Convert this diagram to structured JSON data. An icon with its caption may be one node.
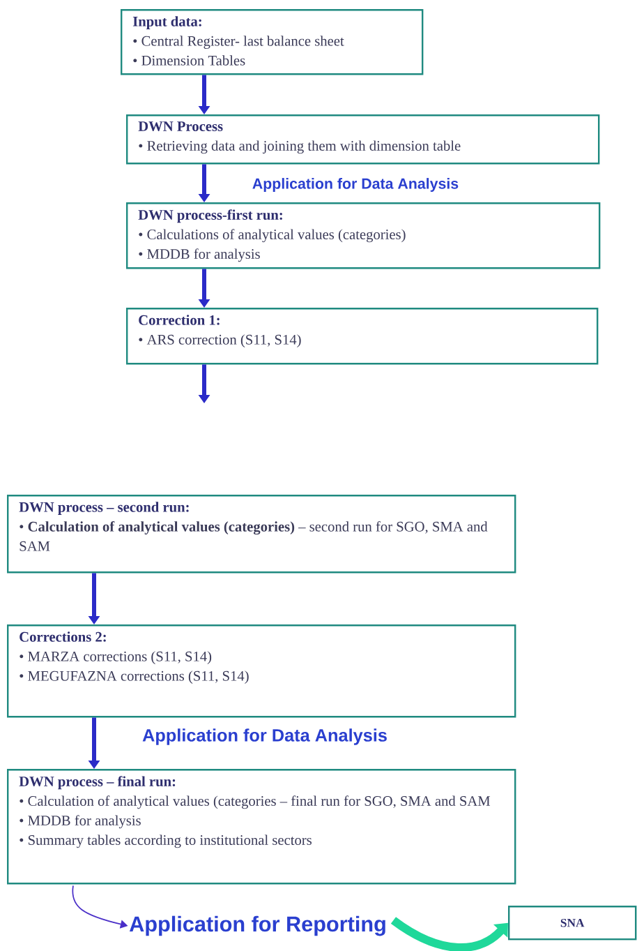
{
  "diagram": {
    "nodes": [
      {
        "text": [
          "Input data:",
          "• Central Register- last balance sheet",
          "• Dimension Tables"
        ]
      },
      {
        "text": [
          "DWN Process",
          "• Retrieving data and joining them with dimension table"
        ]
      },
      {
        "text": [
          "DWN process-first run:",
          "• Calculations of analytical values (categories)",
          "• MDDB for analysis"
        ]
      },
      {
        "text": [
          "Correction 1:",
          "• ARS correction (S11, S14)"
        ]
      },
      {
        "text": [
          "DWN process – second run:",
          "• **Calculation of analytical values (categories)** – second run for SGO, SMA and SAM"
        ]
      },
      {
        "text": [
          "Corrections 2:",
          "• MARZA corrections (S11, S14)",
          "• MEGUFAZNA corrections (S11, S14)"
        ]
      },
      {
        "text": [
          "DWN process – final run:",
          "• Calculation of analytical values (categories – final run for SGO, SMA and SAM",
          "• MDDB for analysis",
          "• Summary tables according to institutional sectors"
        ]
      },
      {
        "text": [
          "Application for Reporting"
        ]
      },
      {
        "text": [
          "SNA"
        ]
      }
    ],
    "edges": [
      {
        "from": 0,
        "to": 1,
        "arrow": "to"
      },
      {
        "from": 1,
        "to": 2,
        "arrow": "to",
        "label": "Application for Data Analysis"
      },
      {
        "from": 2,
        "to": 3,
        "arrow": "to"
      },
      {
        "from": 3,
        "to": null,
        "arrow": "to"
      },
      {
        "from": 4,
        "to": 5,
        "arrow": "to"
      },
      {
        "from": 5,
        "to": 6,
        "arrow": "to",
        "label": "Application for Data Analysis"
      },
      {
        "from": 6,
        "to": 7,
        "arrow": "to",
        "color": "#4a2fc8"
      },
      {
        "from": 7,
        "to": 8,
        "arrow": "to",
        "style": "thick",
        "color": "#1fd89a"
      }
    ]
  }
}
